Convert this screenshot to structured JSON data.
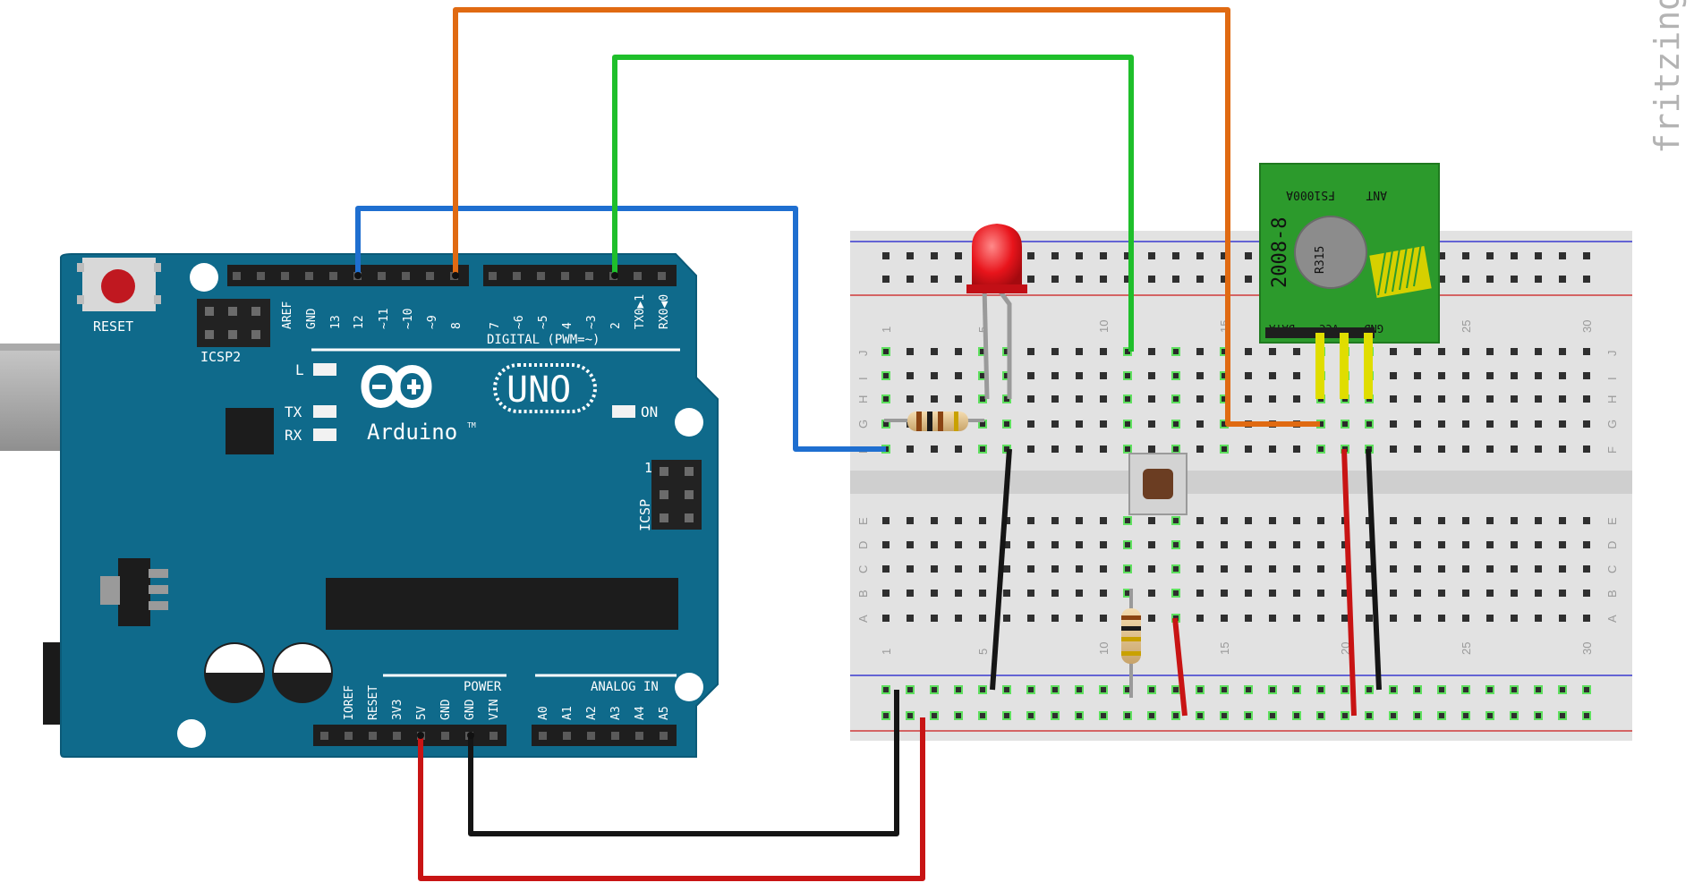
{
  "watermark": "fritzing",
  "arduino": {
    "board_name": "UNO",
    "brand": "Arduino",
    "trademark": "TM",
    "reset_label": "RESET",
    "icsp2_label": "ICSP2",
    "icsp_label": "ICSP",
    "icsp_pin1": "1",
    "led_l": "L",
    "led_tx": "TX",
    "led_rx": "RX",
    "led_on": "ON",
    "digital_label": "DIGITAL (PWM=~)",
    "power_label": "POWER",
    "analog_label": "ANALOG IN",
    "top_pins": [
      "AREF",
      "GND",
      "13",
      "12",
      "~11",
      "~10",
      "~9",
      "8",
      "7",
      "~6",
      "~5",
      "4",
      "~3",
      "2",
      "TX0▶1",
      "RX0◀0"
    ],
    "bottom_power_pins": [
      "IOREF",
      "RESET",
      "3V3",
      "5V",
      "GND",
      "GND",
      "VIN"
    ],
    "bottom_analog_pins": [
      "A0",
      "A1",
      "A2",
      "A3",
      "A4",
      "A5"
    ]
  },
  "breadboard": {
    "row_letters_top": [
      "J",
      "I",
      "H",
      "G",
      "F"
    ],
    "row_letters_bottom": [
      "E",
      "D",
      "C",
      "B",
      "A"
    ],
    "column_numbers": [
      "1",
      "5",
      "10",
      "15",
      "20",
      "25",
      "30"
    ]
  },
  "rf_module": {
    "label_model": "FS1000A",
    "label_ant": "ANT",
    "label_date": "2008-8",
    "label_resonator": "R315",
    "pin_labels": [
      "DATA",
      "VCC",
      "GND"
    ]
  },
  "wires": [
    {
      "name": "pin12-to-row-g1",
      "color": "#1f6fd0"
    },
    {
      "name": "pin8-to-rf-data",
      "color": "#e06a12"
    },
    {
      "name": "pin2-to-button",
      "color": "#1fbf2b"
    },
    {
      "name": "5v-to-rail",
      "color": "#c81414"
    },
    {
      "name": "gnd-to-rail",
      "color": "#151515"
    }
  ]
}
